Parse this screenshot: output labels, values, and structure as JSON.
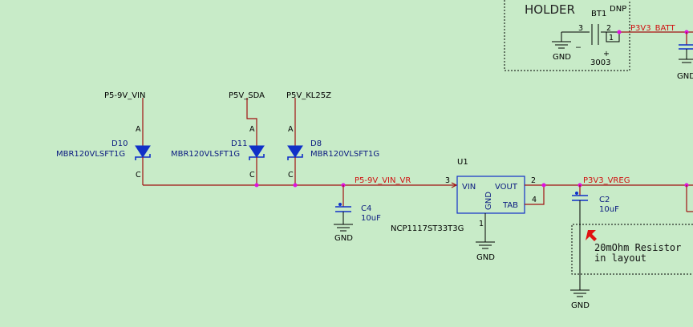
{
  "holder": {
    "text": "HOLDER"
  },
  "battery": {
    "ref": "BT1",
    "dnp": "DNP",
    "pin3": "3",
    "pin2": "2",
    "pin1": "1",
    "part": "3003",
    "minus": "−",
    "plus": "+"
  },
  "nets": {
    "p3v3_batt": "P3V3_BATT",
    "p5_9v_vin": "P5-9V_VIN",
    "p5v_sda": "P5V_SDA",
    "p5v_kl25z": "P5V_KL25Z",
    "p5_9v_vin_vr": "P5-9V_VIN_VR",
    "p3v3_vreg": "P3V3_VREG"
  },
  "gnd_label": "GND",
  "diodes": {
    "d10": {
      "ref": "D10",
      "part": "MBR120VLSFT1G",
      "anode": "A",
      "cathode": "C"
    },
    "d11": {
      "ref": "D11",
      "part": "MBR120VLSFT1G",
      "anode": "A",
      "cathode": "C"
    },
    "d8": {
      "ref": "D8",
      "part": "MBR120VLSFT1G",
      "anode": "A",
      "cathode": "C"
    }
  },
  "regulator": {
    "ref": "U1",
    "part": "NCP1117ST33T3G",
    "vin": "VIN",
    "vout": "VOUT",
    "gnd": "GND",
    "tab": "TAB",
    "pin_vin": "3",
    "pin_vout": "2",
    "pin_tab": "4",
    "pin_gnd": "1"
  },
  "caps": {
    "c4": {
      "ref": "C4",
      "value": "10uF"
    },
    "c2": {
      "ref": "C2",
      "value": "10uF"
    }
  },
  "note": {
    "line1": "20mOhm Resistor",
    "line2": "in layout"
  },
  "colors": {
    "background": "#c8ebc8",
    "wire": "#a01010",
    "symbol": "#1030c8",
    "junction": "#e010e0",
    "net_label": "#d01010"
  }
}
